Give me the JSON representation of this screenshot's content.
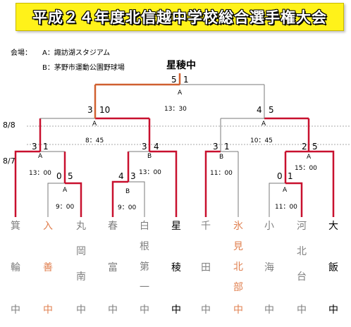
{
  "title": "平成２４年度北信越中学校総合選手権大会",
  "legend": {
    "label": "会場：",
    "a": "A：諏訪湖スタジアム",
    "b": "B：茅野市運動公園野球場"
  },
  "champion": "星稜中",
  "dates": {
    "day2": "8/8",
    "day1": "8/7"
  },
  "final": {
    "left": "5",
    "right": "1",
    "venue": "A",
    "time": "13：30"
  },
  "semis": {
    "left": {
      "left": "3",
      "right": "10",
      "venue": "A",
      "time": "8：45"
    },
    "right": {
      "left": "4",
      "right": "5",
      "venue": "A",
      "time": "10：45"
    }
  },
  "quarters": [
    {
      "left": "3",
      "right": "1",
      "venue": "A",
      "time": "13：00"
    },
    {
      "left": "3",
      "right": "4",
      "venue": "B",
      "time": "13：00"
    },
    {
      "left": "3",
      "right": "1",
      "venue": "B",
      "time": "11：00"
    },
    {
      "left": "2",
      "right": "5",
      "venue": "A",
      "time": "15：00"
    }
  ],
  "firsts": [
    {
      "left": "0",
      "right": "5",
      "venue": "A",
      "time": "9：00"
    },
    {
      "left": "4",
      "right": "3",
      "venue": "B",
      "time": "9：00"
    },
    {
      "left": "0",
      "right": "1",
      "venue": "A",
      "time": "11：00"
    }
  ],
  "teams": [
    {
      "chars": [
        "箕",
        "輪",
        "中"
      ],
      "color": "gray"
    },
    {
      "chars": [
        "入",
        "善",
        "中"
      ],
      "color": "orange"
    },
    {
      "chars": [
        "丸",
        "岡",
        "南",
        "中"
      ],
      "color": "gray"
    },
    {
      "chars": [
        "春",
        "富",
        "中"
      ],
      "color": "gray"
    },
    {
      "chars": [
        "白",
        "根",
        "第",
        "一",
        "中"
      ],
      "color": "gray"
    },
    {
      "chars": [
        "星",
        "稜",
        "中"
      ],
      "color": "black"
    },
    {
      "chars": [
        "千",
        "田",
        "中"
      ],
      "color": "gray"
    },
    {
      "chars": [
        "氷",
        "見",
        "北",
        "部",
        "中"
      ],
      "color": "orange"
    },
    {
      "chars": [
        "小",
        "海",
        "中"
      ],
      "color": "gray"
    },
    {
      "chars": [
        "河",
        "北",
        "台",
        "中"
      ],
      "color": "gray"
    },
    {
      "chars": [
        "大",
        "飯",
        "中"
      ],
      "color": "black"
    }
  ],
  "colors": {
    "win": "#c8102e",
    "final_win": "#d06030",
    "line": "#7a7a7a",
    "banner": "#fff21a"
  }
}
